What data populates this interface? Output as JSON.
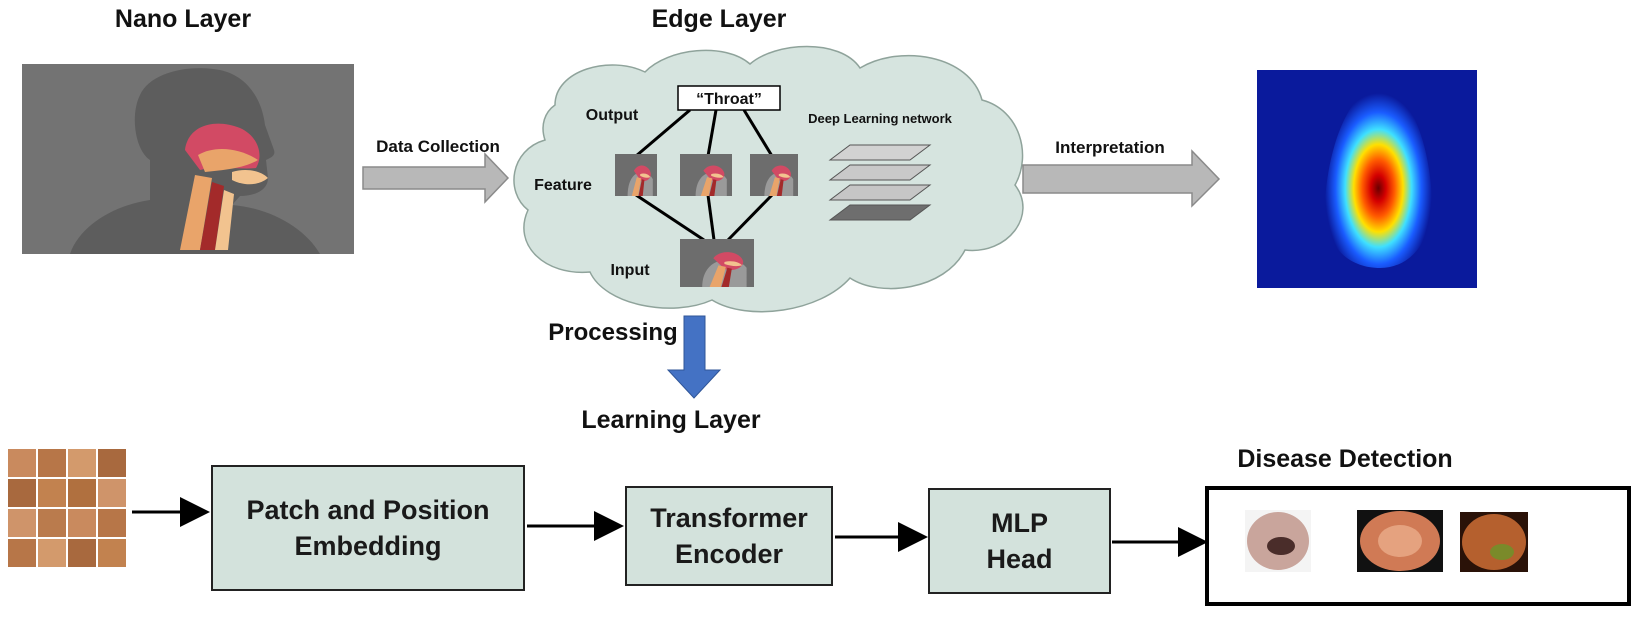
{
  "layers": {
    "nano": "Nano Layer",
    "edge": "Edge Layer",
    "learning": "Learning Layer"
  },
  "arrows": {
    "data_collection": "Data Collection",
    "interpretation": "Interpretation",
    "processing": "Processing"
  },
  "network": {
    "output_label": "Output",
    "feature_label": "Feature",
    "input_label": "Input",
    "output_value": "“Throat”",
    "network_label": "Deep Learning network"
  },
  "pipeline": {
    "patch": "Patch and Position\nEmbedding",
    "transformer": "Transformer\nEncoder",
    "mlp": "MLP\nHead",
    "disease": "Disease Detection"
  },
  "colors": {
    "box_fill": "#d3e2dc",
    "cloud_fill": "#d6e4df",
    "gray_arrow": "#b8b8b8",
    "blue_arrow": "#4472c4",
    "heatmap_bg": "#0a1a9c"
  }
}
